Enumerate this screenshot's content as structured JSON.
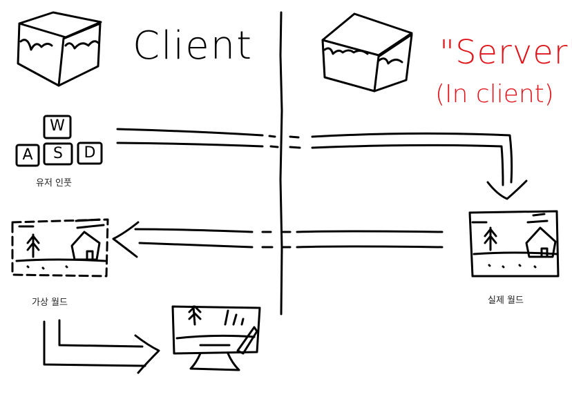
{
  "left_side": {
    "title": "Client",
    "keys": [
      "W",
      "A",
      "S",
      "D"
    ],
    "input_caption": "유저 인풋",
    "virtual_world_caption": "가상 월드"
  },
  "right_side": {
    "title": "\"Server\"",
    "subtitle": "(In client)",
    "real_world_caption": "실제 월드"
  },
  "colors": {
    "ink": "#000000",
    "accent": "#e0151b"
  }
}
